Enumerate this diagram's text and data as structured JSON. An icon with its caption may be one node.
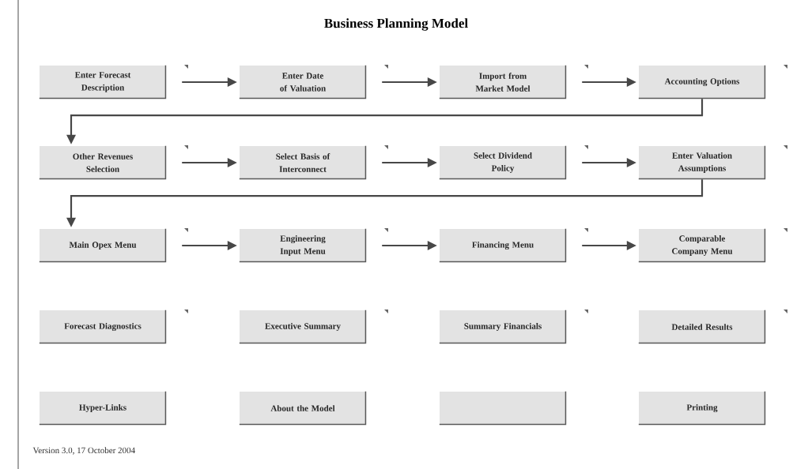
{
  "diagram": {
    "title": "Business Planning Model",
    "nodes": [
      {
        "text": [
          "Enter Forecast Description"
        ]
      },
      {
        "text": [
          "Enter Date of Valuation"
        ]
      },
      {
        "text": [
          "Import from Market Model"
        ]
      },
      {
        "text": [
          "Accounting Options"
        ]
      },
      {
        "text": [
          "Other Revenues Selection"
        ]
      },
      {
        "text": [
          "Select Basis of Interconnect"
        ]
      },
      {
        "text": [
          "Select Dividend Policy"
        ]
      },
      {
        "text": [
          "Enter Valuation Assumptions"
        ]
      },
      {
        "text": [
          "Main Opex Menu"
        ]
      },
      {
        "text": [
          "Engineering Input Menu"
        ]
      },
      {
        "text": [
          "Financing Menu"
        ]
      },
      {
        "text": [
          "Comparable Company Menu"
        ]
      },
      {
        "text": [
          "Forecast Diagnostics"
        ]
      },
      {
        "text": [
          "Executive Summary"
        ]
      },
      {
        "text": [
          "Summary Financials"
        ]
      },
      {
        "text": [
          "Detailed Results"
        ]
      },
      {
        "text": [
          "Hyper-Links"
        ]
      },
      {
        "text": [
          "About the Model"
        ]
      },
      {
        "text": [],
        "shape": "box"
      },
      {
        "text": [
          "Printing"
        ]
      }
    ],
    "edges": [
      {
        "from": 0,
        "to": 1,
        "arrow": "to"
      },
      {
        "from": 1,
        "to": 2,
        "arrow": "to"
      },
      {
        "from": 2,
        "to": 3,
        "arrow": "to"
      },
      {
        "from": 3,
        "to": 4,
        "arrow": "to"
      },
      {
        "from": 4,
        "to": 5,
        "arrow": "to"
      },
      {
        "from": 5,
        "to": 6,
        "arrow": "to"
      },
      {
        "from": 6,
        "to": 7,
        "arrow": "to"
      },
      {
        "from": 7,
        "to": 8,
        "arrow": "to"
      },
      {
        "from": 8,
        "to": 9,
        "arrow": "to"
      },
      {
        "from": 9,
        "to": 10,
        "arrow": "to"
      },
      {
        "from": 10,
        "to": 11,
        "arrow": "to"
      }
    ],
    "labels": [
      "Version 3.0, 17 October 2004"
    ]
  }
}
